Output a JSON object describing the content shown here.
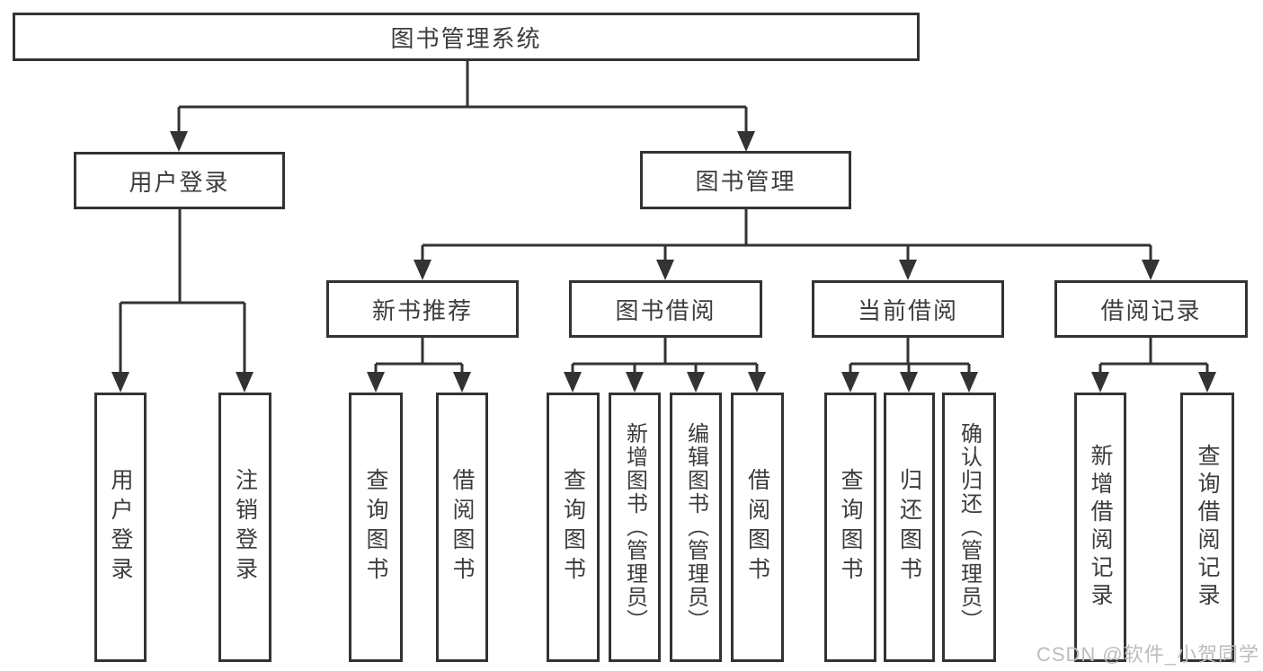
{
  "tree": {
    "root": {
      "label": "图书管理系统"
    },
    "branches": [
      {
        "label": "用户登录",
        "children": [
          {
            "label": "用户登录"
          },
          {
            "label": "注销登录"
          }
        ]
      },
      {
        "label": "图书管理",
        "children": [
          {
            "label": "新书推荐",
            "children": [
              {
                "label": "查询图书"
              },
              {
                "label": "借阅图书"
              }
            ]
          },
          {
            "label": "图书借阅",
            "children": [
              {
                "label": "查询图书"
              },
              {
                "label": "新增图书（管理员）"
              },
              {
                "label": "编辑图书（管理员）"
              },
              {
                "label": "借阅图书"
              }
            ]
          },
          {
            "label": "当前借阅",
            "children": [
              {
                "label": "查询图书"
              },
              {
                "label": "归还图书"
              },
              {
                "label": "确认归还（管理员）"
              }
            ]
          },
          {
            "label": "借阅记录",
            "children": [
              {
                "label": "新增借阅记录"
              },
              {
                "label": "查询借阅记录"
              }
            ]
          }
        ]
      }
    ]
  },
  "watermark": "CSDN @软件_小贺同学"
}
